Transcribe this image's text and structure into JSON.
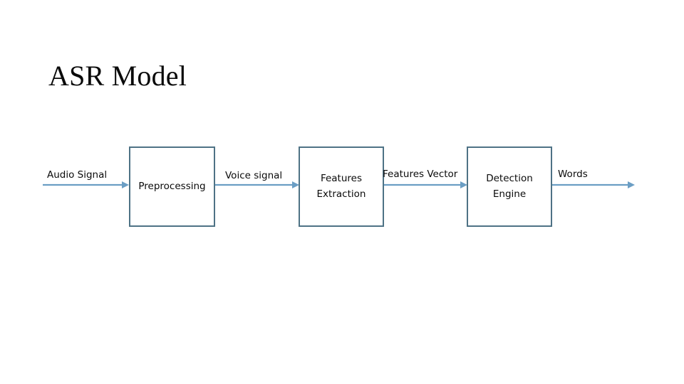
{
  "slide": {
    "title": "ASR Model",
    "background_color": "#ffffff"
  },
  "theme": {
    "box_border_color": "#4e7285",
    "arrow_color": "#6b9ec4",
    "text_color": "#0a0a0a"
  },
  "diagram": {
    "type": "flowchart",
    "orientation": "left-to-right",
    "nodes": [
      {
        "id": "preprocessing",
        "label": "Preprocessing"
      },
      {
        "id": "features-extraction",
        "label": "Features\nExtraction"
      },
      {
        "id": "detection-engine",
        "label": "Detection\nEngine"
      }
    ],
    "flows": [
      {
        "id": "audio-signal",
        "label": "Audio Signal",
        "from": "input",
        "to": "preprocessing"
      },
      {
        "id": "voice-signal",
        "label": "Voice signal",
        "from": "preprocessing",
        "to": "features-extraction"
      },
      {
        "id": "features-vector",
        "label": "Features Vector",
        "from": "features-extraction",
        "to": "detection-engine"
      },
      {
        "id": "words",
        "label": "Words",
        "from": "detection-engine",
        "to": "output"
      }
    ]
  }
}
